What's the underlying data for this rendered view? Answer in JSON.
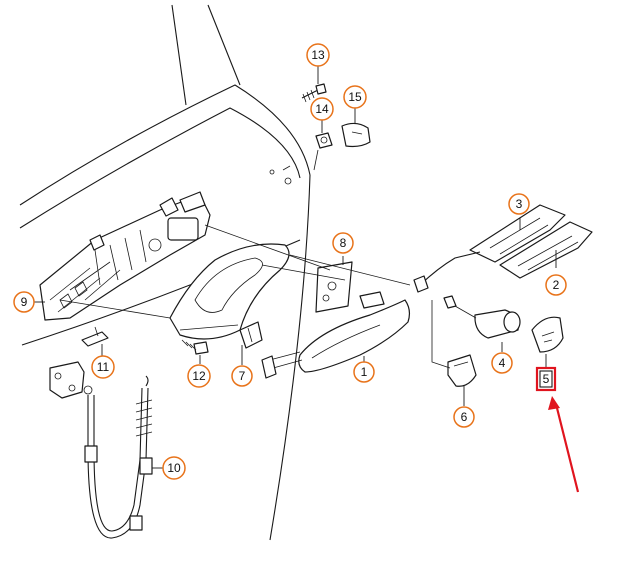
{
  "callouts": [
    {
      "id": "1",
      "label": "1"
    },
    {
      "id": "2",
      "label": "2"
    },
    {
      "id": "3",
      "label": "3"
    },
    {
      "id": "4",
      "label": "4"
    },
    {
      "id": "5",
      "label": "5"
    },
    {
      "id": "6",
      "label": "6"
    },
    {
      "id": "7",
      "label": "7"
    },
    {
      "id": "8",
      "label": "8"
    },
    {
      "id": "9",
      "label": "9"
    },
    {
      "id": "10",
      "label": "10"
    },
    {
      "id": "11",
      "label": "11"
    },
    {
      "id": "12",
      "label": "12"
    },
    {
      "id": "13",
      "label": "13"
    },
    {
      "id": "14",
      "label": "14"
    },
    {
      "id": "15",
      "label": "15"
    }
  ],
  "highlight": {
    "target": "5",
    "color": "#e0141e"
  },
  "colors": {
    "callout_ring": "#e8731a",
    "ink": "#1a1a1a",
    "arrow": "#e0141e"
  }
}
